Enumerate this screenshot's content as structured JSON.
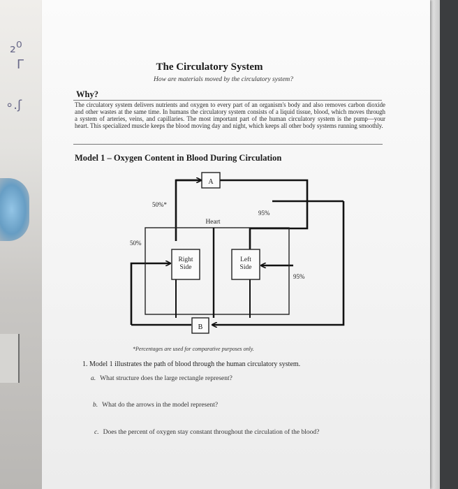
{
  "page": {
    "title": "The Circulatory System",
    "subtitle": "How are materials moved by the circulatory system?"
  },
  "why": {
    "heading": "Why?",
    "body": "The circulatory system delivers nutrients and oxygen to every part of an organism's body and also removes carbon dioxide and other wastes at the same time. In humans the circulatory system consists of a liquid tissue, blood, which moves through a system of arteries, veins, and capillaries. The most important part of the human circulatory system is the pump—your heart. This specialized muscle keeps the blood moving day and night, which keeps all other body systems running smoothly."
  },
  "model": {
    "title": "Model 1 – Oxygen Content in Blood During Circulation",
    "label_a": "A",
    "label_b": "B",
    "heart": "Heart",
    "right_side_1": "Right",
    "right_side_2": "Side",
    "left_side_1": "Left",
    "left_side_2": "Side",
    "pct_top_left": "50%*",
    "pct_left": "50%",
    "pct_top_right": "95%",
    "pct_right": "95%",
    "footnote": "*Percentages are used for comparative purposes only."
  },
  "questions": {
    "q1": "1. Model 1 illustrates the path of blood through the human circulatory system.",
    "a_label": "a.",
    "a_text": "What structure does the large rectangle represent?",
    "b_label": "b.",
    "b_text": "What do the arrows in the model represent?",
    "c_label": "c.",
    "c_text": "Does the percent of oxygen stay constant throughout the circulation of the blood?"
  },
  "background": {
    "doodle_1": "₂⁰",
    "doodle_2": "Γ",
    "doodle_3": "∘.ʃ"
  }
}
